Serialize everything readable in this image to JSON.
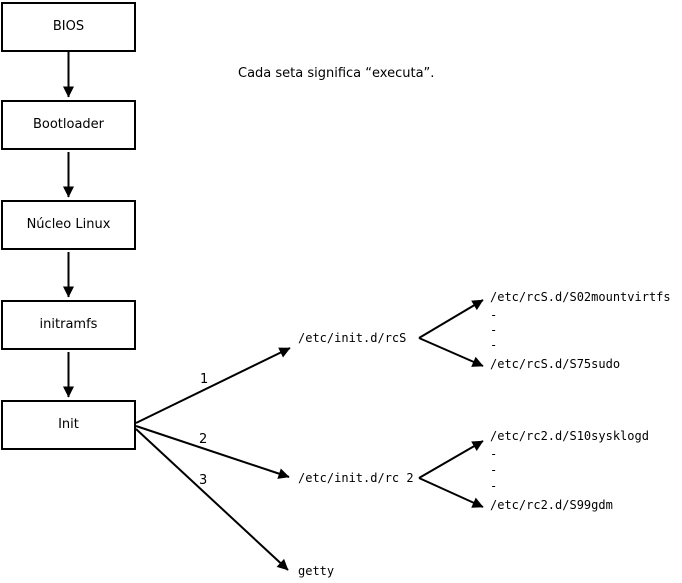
{
  "note": "Cada seta significa “executa”.",
  "nodes": [
    {
      "id": "bios",
      "label": "BIOS"
    },
    {
      "id": "bootloader",
      "label": "Bootloader"
    },
    {
      "id": "kernel",
      "label": "Núcleo Linux"
    },
    {
      "id": "initramfs",
      "label": "initramfs"
    },
    {
      "id": "init",
      "label": "Init"
    }
  ],
  "branches": [
    {
      "number": "1",
      "target": "/etc/init.d/rcS",
      "scripts_first": "/etc/rcS.d/S02mountvirtfs",
      "scripts_last": "/etc/rcS.d/S75sudo",
      "ellipsis": [
        "-",
        "-",
        "-"
      ]
    },
    {
      "number": "2",
      "target": "/etc/init.d/rc 2",
      "scripts_first": "/etc/rc2.d/S10sysklogd",
      "scripts_last": "/etc/rc2.d/S99gdm",
      "ellipsis": [
        "-",
        "-",
        "-"
      ]
    },
    {
      "number": "3",
      "target": "getty"
    }
  ],
  "colors": {
    "line": "#000000",
    "background": "#ffffff",
    "box_fill": "#ffffff"
  }
}
